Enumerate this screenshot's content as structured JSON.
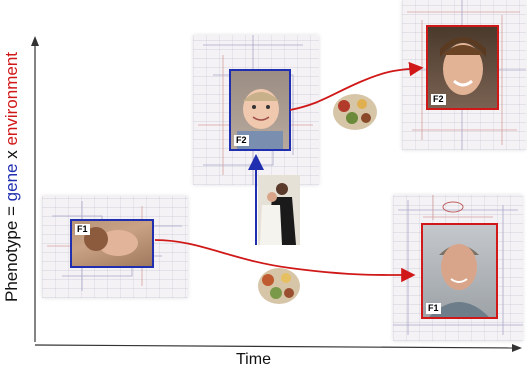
{
  "axes": {
    "y_label_prefix": "Phenotype = ",
    "y_label_gene": "gene",
    "y_label_x": " x ",
    "y_label_environment": "environment",
    "x_label": "Time"
  },
  "portraits": {
    "infant_f1": {
      "tag": "F1"
    },
    "toddler_f2": {
      "tag": "F2"
    },
    "adult_f2": {
      "tag": "F2"
    },
    "adult_f1": {
      "tag": "F1"
    }
  },
  "colors": {
    "gene": "#1f2fb0",
    "environment": "#d01818",
    "axis": "#333333"
  }
}
